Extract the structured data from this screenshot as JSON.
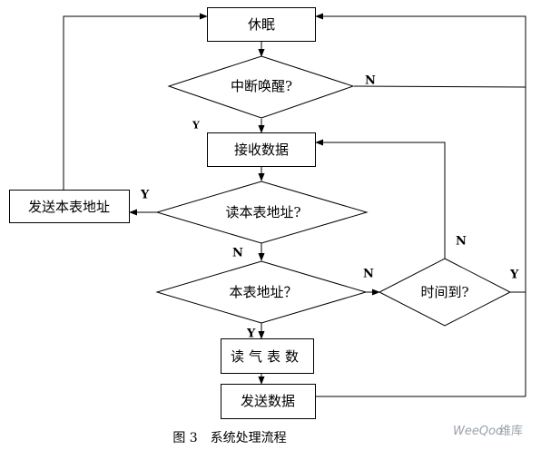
{
  "nodes": {
    "sleep": "休眠",
    "interrupt_wakeup": "中断唤醒?",
    "receive_data": "接收数据",
    "read_meter_address": "读本表地址?",
    "send_meter_address": "发送本表地址",
    "meter_address": "本表地址？",
    "time_up": "时间到?",
    "read_gas_meter": "读气表数",
    "send_data": "发送数据"
  },
  "edge_labels": {
    "interrupt_yes": "Y",
    "interrupt_no": "N",
    "read_addr_yes": "Y",
    "read_addr_no": "N",
    "meter_addr_no": "N",
    "meter_addr_yes": "Y",
    "time_no": "N",
    "time_yes": "Y"
  },
  "caption": "图 3　系统处理流程",
  "watermark": {
    "brand": "WeeQoo",
    "cn": "维库"
  }
}
